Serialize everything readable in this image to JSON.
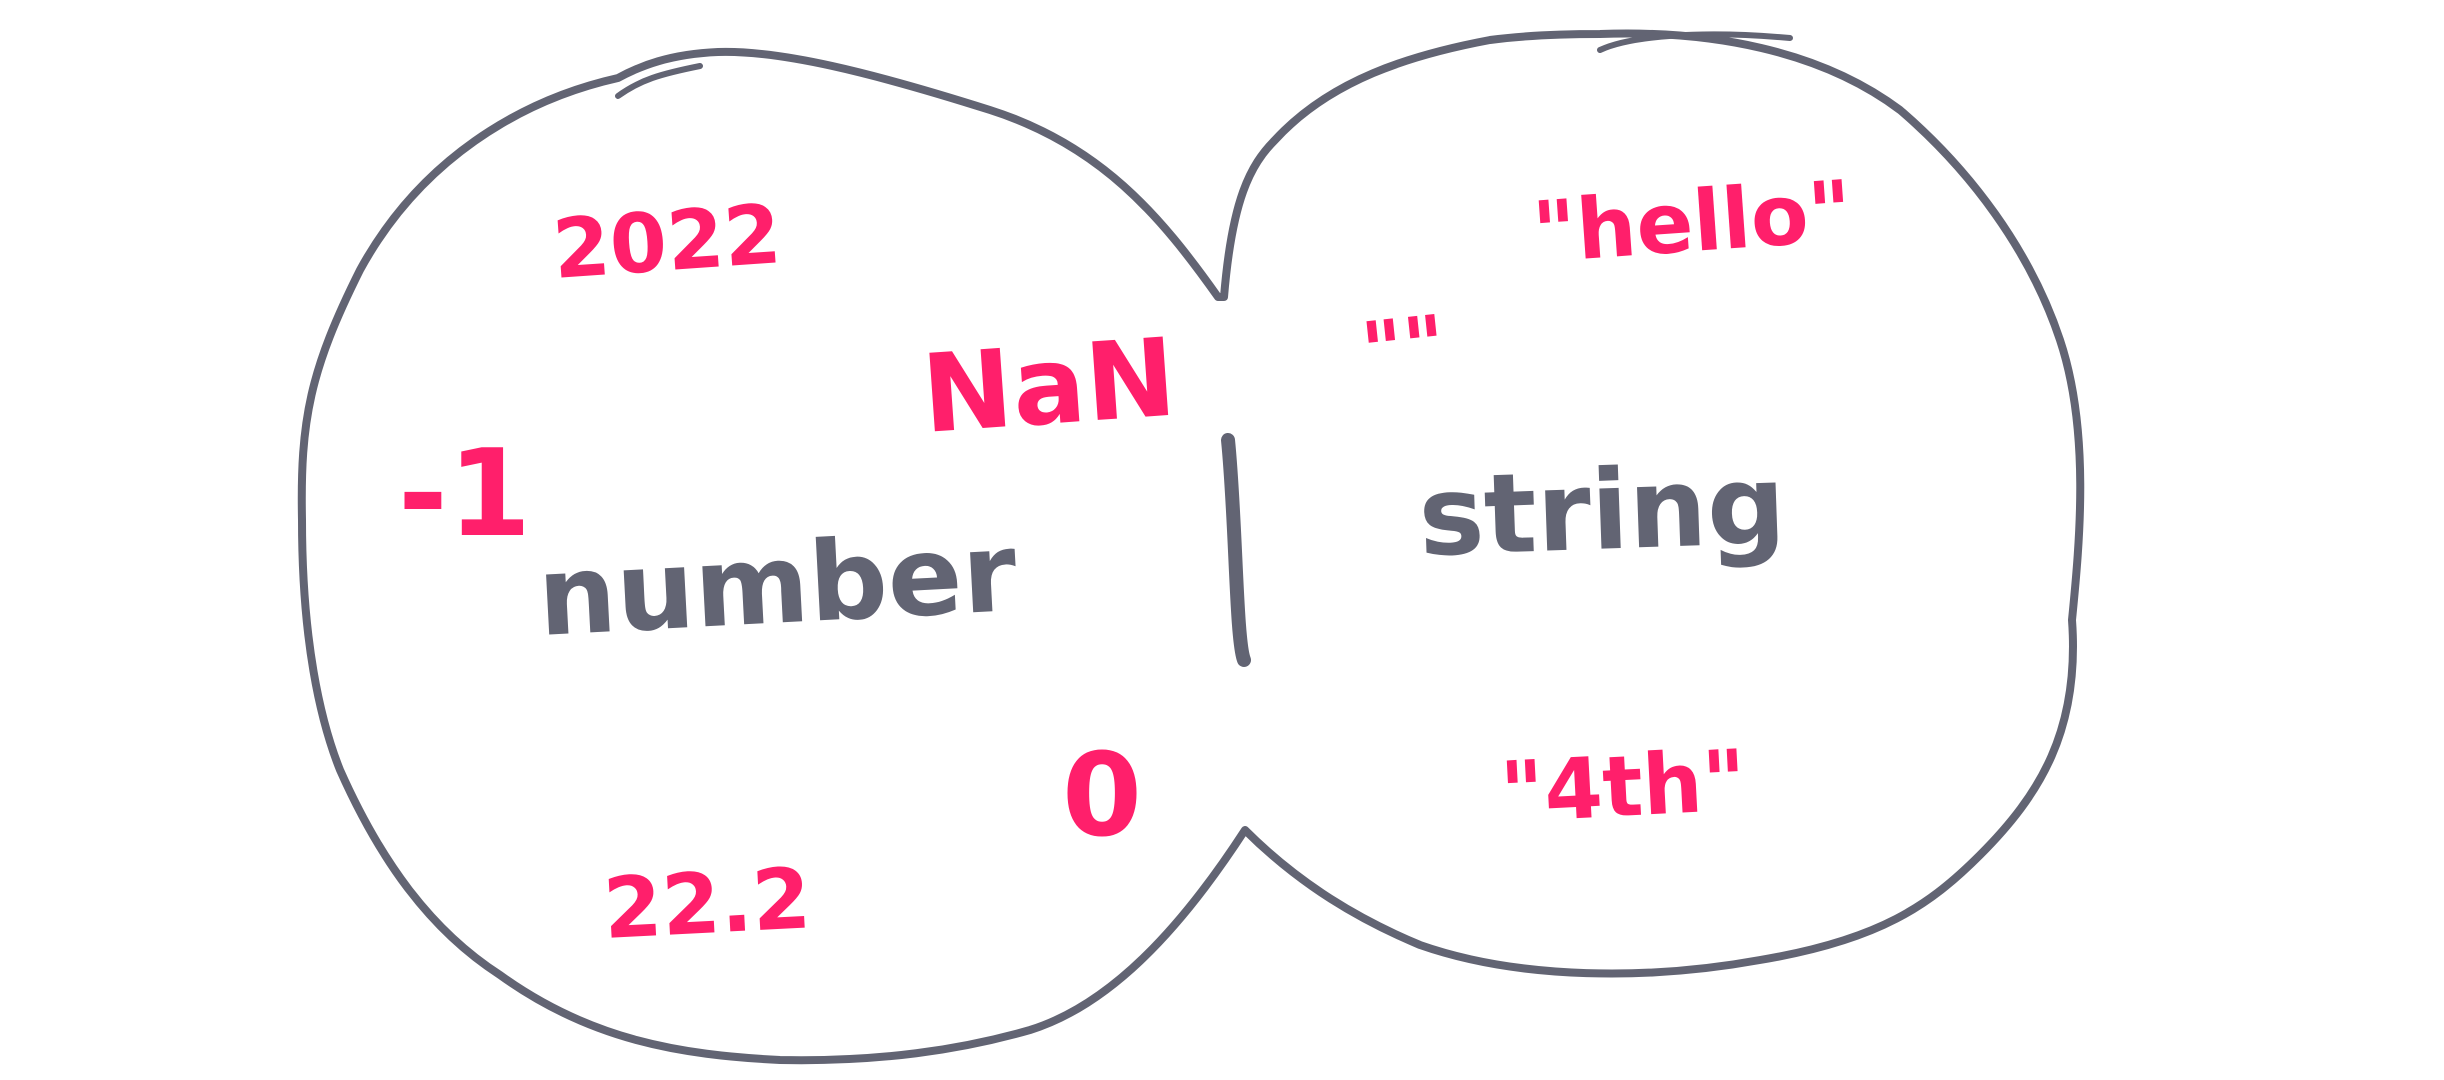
{
  "diagram": {
    "kind": "set-union",
    "separator": "|",
    "left_set": {
      "label": "number",
      "values": [
        "2022",
        "NaN",
        "-1",
        "0",
        "22.2"
      ]
    },
    "right_set": {
      "label": "string",
      "values": [
        "\"hello\"",
        "\"\"",
        "\"4th\""
      ]
    }
  },
  "colors": {
    "outline": "#626473",
    "type_label": "#626473",
    "value": "#ff1f6b",
    "background": "#ffffff"
  }
}
